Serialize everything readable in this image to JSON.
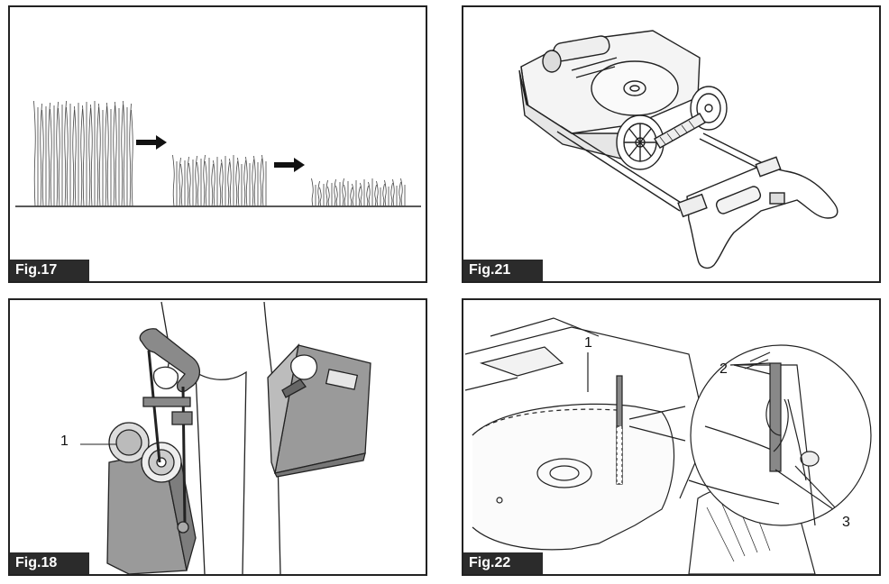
{
  "figures": [
    {
      "label": "Fig.17"
    },
    {
      "label": "Fig.21"
    },
    {
      "label": "Fig.18",
      "callouts": [
        "1"
      ]
    },
    {
      "label": "Fig.22",
      "callouts": [
        "1",
        "2",
        "3"
      ]
    }
  ]
}
